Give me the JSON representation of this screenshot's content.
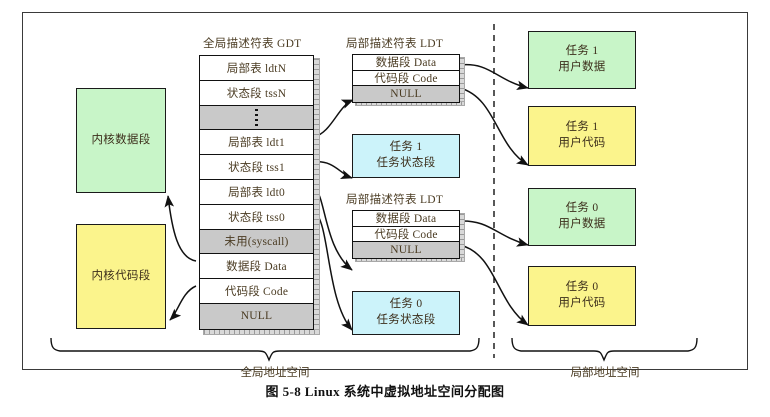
{
  "figure": {
    "caption": "图 5-8 Linux 系统中虚拟地址空间分配图",
    "colors": {
      "green": "#c8f5c8",
      "yellow": "#fbf48c",
      "cyan": "#ccf3fa",
      "gray": "#c9c9c9",
      "border": "#111111",
      "text": "#4a3b22"
    }
  },
  "kernel": {
    "data_segment": "内核数据段",
    "code_segment": "内核代码段"
  },
  "gdt": {
    "title": "全局描述符表 GDT",
    "rows": [
      {
        "label": "局部表 ldtN",
        "fill": "white"
      },
      {
        "label": "状态段 tssN",
        "fill": "white"
      },
      {
        "label": "⋮",
        "fill": "gray"
      },
      {
        "label": "局部表 ldt1",
        "fill": "white"
      },
      {
        "label": "状态段 tss1",
        "fill": "white"
      },
      {
        "label": "局部表 ldt0",
        "fill": "white"
      },
      {
        "label": "状态段 tss0",
        "fill": "white"
      },
      {
        "label": "未用(syscall)",
        "fill": "gray"
      },
      {
        "label": "数据段 Data",
        "fill": "white"
      },
      {
        "label": "代码段 Code",
        "fill": "white"
      },
      {
        "label": "NULL",
        "fill": "gray"
      }
    ]
  },
  "ldt1": {
    "title": "局部描述符表 LDT",
    "rows": [
      {
        "label": "数据段 Data",
        "fill": "white"
      },
      {
        "label": "代码段 Code",
        "fill": "white"
      },
      {
        "label": "NULL",
        "fill": "gray"
      }
    ]
  },
  "ldt0": {
    "title": "局部描述符表 LDT",
    "rows": [
      {
        "label": "数据段 Data",
        "fill": "white"
      },
      {
        "label": "代码段 Code",
        "fill": "white"
      },
      {
        "label": "NULL",
        "fill": "gray"
      }
    ]
  },
  "tss": {
    "task1": {
      "line1": "任务 1",
      "line2": "任务状态段"
    },
    "task0": {
      "line1": "任务 0",
      "line2": "任务状态段"
    }
  },
  "user_segments": [
    {
      "line1": "任务 1",
      "line2": "用户数据",
      "fill": "green"
    },
    {
      "line1": "任务 1",
      "line2": "用户代码",
      "fill": "yellow"
    },
    {
      "line1": "任务 0",
      "line2": "用户数据",
      "fill": "green"
    },
    {
      "line1": "任务 0",
      "line2": "用户代码",
      "fill": "yellow"
    }
  ],
  "spaces": {
    "global": "全局地址空间",
    "local": "局部地址空间"
  }
}
